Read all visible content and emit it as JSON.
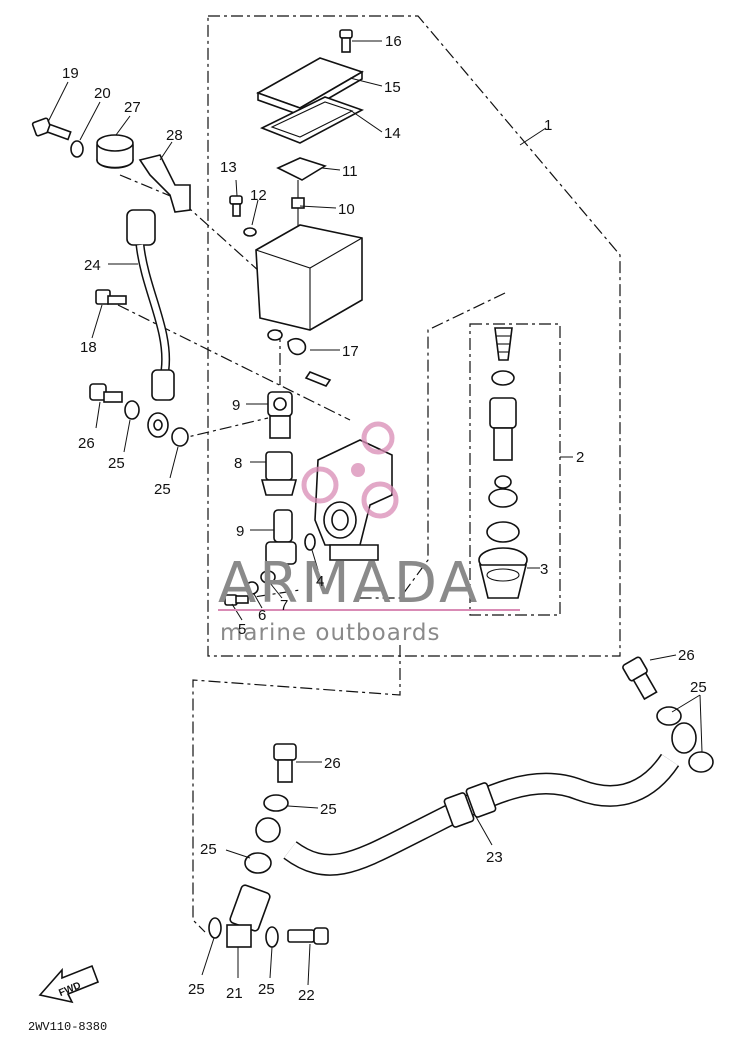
{
  "part_labels": [
    {
      "id": "16",
      "text": "16"
    },
    {
      "id": "15",
      "text": "15"
    },
    {
      "id": "14",
      "text": "14"
    },
    {
      "id": "11",
      "text": "11"
    },
    {
      "id": "10",
      "text": "10"
    },
    {
      "id": "13",
      "text": "13"
    },
    {
      "id": "12",
      "text": "12"
    },
    {
      "id": "1",
      "text": "1"
    },
    {
      "id": "19",
      "text": "19"
    },
    {
      "id": "20",
      "text": "20"
    },
    {
      "id": "27",
      "text": "27"
    },
    {
      "id": "28",
      "text": "28"
    },
    {
      "id": "24",
      "text": "24"
    },
    {
      "id": "18",
      "text": "18"
    },
    {
      "id": "17",
      "text": "17"
    },
    {
      "id": "9a",
      "text": "9"
    },
    {
      "id": "26a",
      "text": "26"
    },
    {
      "id": "25a",
      "text": "25"
    },
    {
      "id": "25b",
      "text": "25"
    },
    {
      "id": "8",
      "text": "8"
    },
    {
      "id": "2",
      "text": "2"
    },
    {
      "id": "9b",
      "text": "9"
    },
    {
      "id": "3",
      "text": "3"
    },
    {
      "id": "4",
      "text": "4"
    },
    {
      "id": "5",
      "text": "5"
    },
    {
      "id": "6",
      "text": "6"
    },
    {
      "id": "7",
      "text": "7"
    },
    {
      "id": "26b",
      "text": "26"
    },
    {
      "id": "25c",
      "text": "25"
    },
    {
      "id": "26c",
      "text": "26"
    },
    {
      "id": "25d",
      "text": "25"
    },
    {
      "id": "25e",
      "text": "25"
    },
    {
      "id": "23",
      "text": "23"
    },
    {
      "id": "25f",
      "text": "25"
    },
    {
      "id": "21",
      "text": "21"
    },
    {
      "id": "25g",
      "text": "25"
    },
    {
      "id": "22",
      "text": "22"
    }
  ],
  "watermark": {
    "title": "ARMADA",
    "subtitle": "marine outboards",
    "accent_color": "#d98bb5"
  },
  "fwd_label": "FWD",
  "diagram_code": "2WV110-8380"
}
